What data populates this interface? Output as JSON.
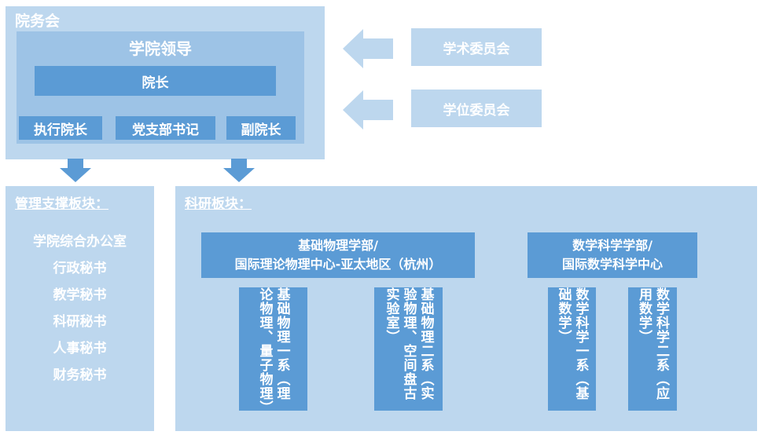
{
  "council": {
    "title": "院务会",
    "leadership": {
      "title": "学院领导",
      "dean": "院长",
      "roles": [
        "执行院长",
        "党支部书记",
        "副院长"
      ]
    }
  },
  "committees": [
    "学术委员会",
    "学位委员会"
  ],
  "management": {
    "title": "管理支撑板块：",
    "items": [
      "学院综合办公室",
      "行政秘书",
      "教学秘书",
      "科研秘书",
      "人事秘书",
      "财务秘书"
    ]
  },
  "research": {
    "title": "科研板块：",
    "physics": {
      "title_line1": "基础物理学部/",
      "title_line2": "国际理论物理中心-亚太地区（杭州）",
      "dept1": "基础物理一系（理论物理、量子物理）",
      "dept2": "基础物理二系（实验物理、空间盘古实验室）"
    },
    "math": {
      "title_line1": "数学科学学部/",
      "title_line2": "国际数学科学中心",
      "dept1": "数学科学一系（基础数学）",
      "dept2": "数学科学二系（应用数学）"
    }
  },
  "colors": {
    "light": "#bdd7ee",
    "mid": "#9dc3e6",
    "dark": "#5b9bd5",
    "arrow": "#5b9bd5",
    "arrow_light": "#bdd7ee"
  }
}
